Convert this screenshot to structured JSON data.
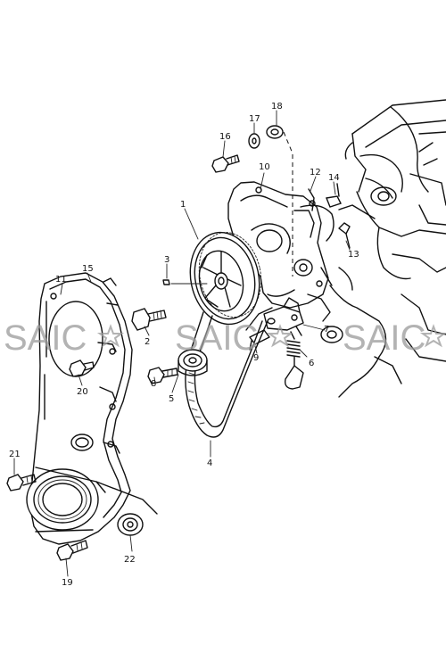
{
  "watermark": {
    "text": "SAIC",
    "color": "#9a9a9a"
  },
  "callouts": [
    "1",
    "2",
    "3",
    "4",
    "5",
    "6",
    "7",
    "8",
    "9",
    "10",
    "11",
    "12",
    "13",
    "14",
    "15",
    "16",
    "17",
    "18",
    "19",
    "20",
    "21",
    "22"
  ],
  "parts": {
    "p1": "1",
    "p2": "2",
    "p3": "3",
    "p4": "4",
    "p5": "5",
    "p6": "6",
    "p7": "7",
    "p8": "8",
    "p9": "9",
    "p10": "10",
    "p11": "11",
    "p12": "12",
    "p13": "13",
    "p14": "14",
    "p15": "15",
    "p16": "16",
    "p17": "17",
    "p18": "18",
    "p19": "19",
    "p20": "20",
    "p21": "21",
    "p22": "22"
  }
}
